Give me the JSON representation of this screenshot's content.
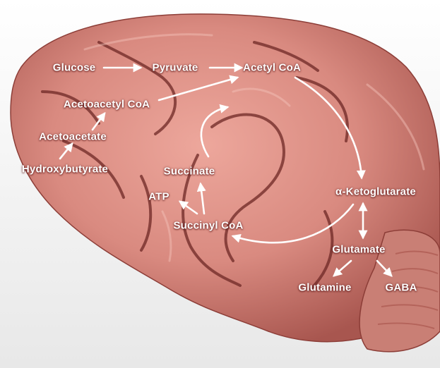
{
  "diagram": {
    "nodes": {
      "glucose": "Glucose",
      "pyruvate": "Pyruvate",
      "acetyl_coa": "Acetyl CoA",
      "acetoacetyl_coa": "Acetoacetyl CoA",
      "acetoacetate": "Acetoacetate",
      "hydroxybutyrate": "Hydroxybutyrate",
      "succinate": "Succinate",
      "atp": "ATP",
      "succinyl_coa": "Succinyl CoA",
      "alpha_ketoglutarate": "α-Ketoglutarate",
      "glutamate": "Glutamate",
      "glutamine": "Glutamine",
      "gaba": "GABA"
    },
    "edges": [
      {
        "from": "glucose",
        "to": "pyruvate"
      },
      {
        "from": "pyruvate",
        "to": "acetyl_coa"
      },
      {
        "from": "acetoacetyl_coa",
        "to": "acetyl_coa"
      },
      {
        "from": "acetoacetate",
        "to": "acetoacetyl_coa"
      },
      {
        "from": "hydroxybutyrate",
        "to": "acetoacetate"
      },
      {
        "from": "acetyl_coa",
        "to": "alpha_ketoglutarate"
      },
      {
        "from": "alpha_ketoglutarate",
        "to": "succinyl_coa"
      },
      {
        "from": "succinyl_coa",
        "to": "atp"
      },
      {
        "from": "succinyl_coa",
        "to": "succinate"
      },
      {
        "from": "succinate",
        "to": "acetyl_coa"
      },
      {
        "from": "alpha_ketoglutarate",
        "to": "glutamate",
        "bidirectional": true
      },
      {
        "from": "glutamate",
        "to": "glutamine"
      },
      {
        "from": "glutamate",
        "to": "gaba"
      }
    ]
  },
  "colors": {
    "arrow": "#ffffff",
    "brain_base": "#d98a80",
    "brain_shadow": "#7a2f2c",
    "background": "#ffffff"
  }
}
